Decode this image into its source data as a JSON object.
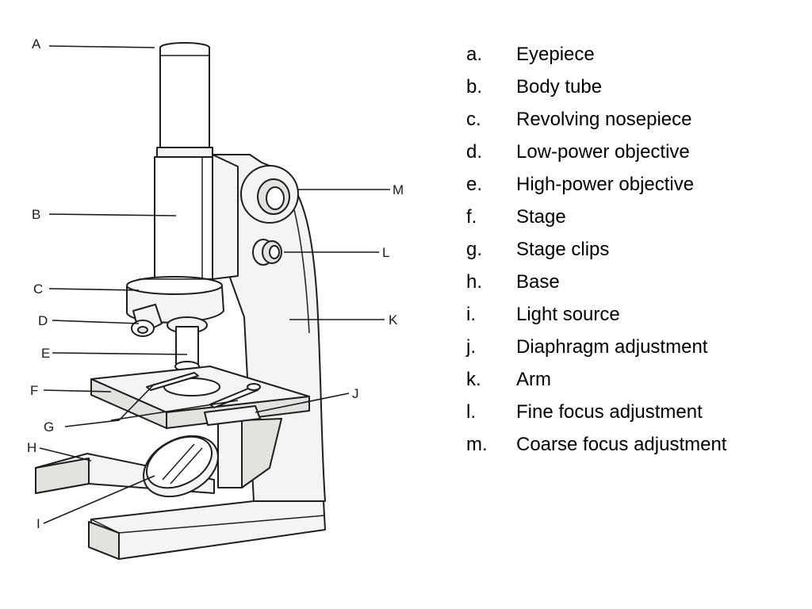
{
  "diagram": {
    "callout_letters": [
      "A",
      "B",
      "C",
      "D",
      "E",
      "F",
      "G",
      "H",
      "I",
      "J",
      "K",
      "L",
      "M"
    ]
  },
  "legend": [
    {
      "key": "a.",
      "label": "Eyepiece"
    },
    {
      "key": "b.",
      "label": "Body tube"
    },
    {
      "key": "c.",
      "label": "Revolving nosepiece"
    },
    {
      "key": "d.",
      "label": "Low-power objective"
    },
    {
      "key": "e.",
      "label": "High-power objective"
    },
    {
      "key": "f.",
      "label": "Stage"
    },
    {
      "key": "g.",
      "label": "Stage clips"
    },
    {
      "key": "h.",
      "label": "Base"
    },
    {
      "key": "i.",
      "label": "Light source"
    },
    {
      "key": "j.",
      "label": "Diaphragm adjustment"
    },
    {
      "key": "k.",
      "label": "Arm"
    },
    {
      "key": "l.",
      "label": "Fine focus adjustment"
    },
    {
      "key": "m.",
      "label": "Coarse focus adjustment"
    }
  ]
}
